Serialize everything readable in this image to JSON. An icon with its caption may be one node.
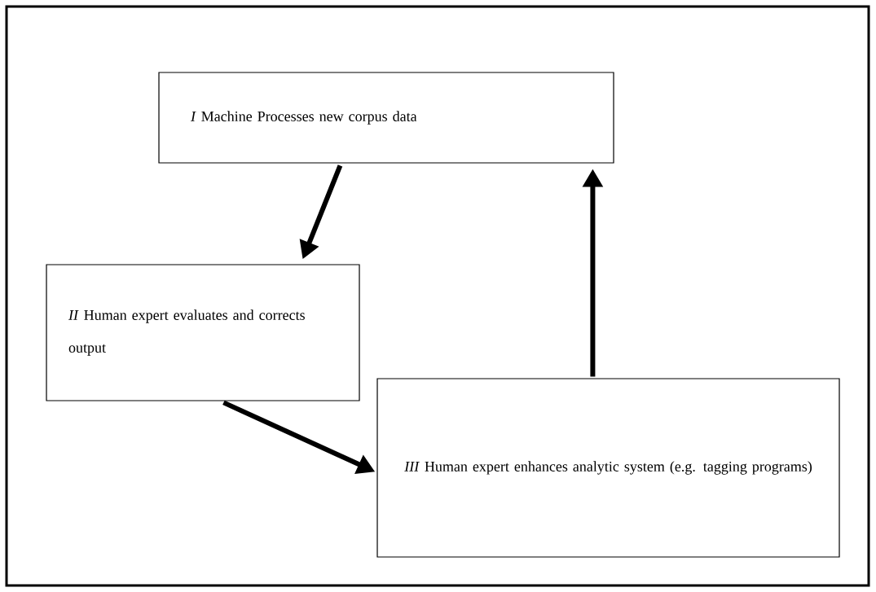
{
  "diagram": {
    "nodes": [
      {
        "text": [
          "*I* Machine Processes new corpus data"
        ]
      },
      {
        "text": [
          "*II* Human expert evaluates and corrects output"
        ]
      },
      {
        "text": [
          "*III* Human expert enhances analytic system (e.g. tagging programs)"
        ]
      }
    ],
    "edges": [
      {
        "from": 0,
        "to": 1,
        "arrow": "to"
      },
      {
        "from": 1,
        "to": 2,
        "arrow": "to"
      },
      {
        "from": 2,
        "to": 0,
        "arrow": "to"
      }
    ]
  }
}
